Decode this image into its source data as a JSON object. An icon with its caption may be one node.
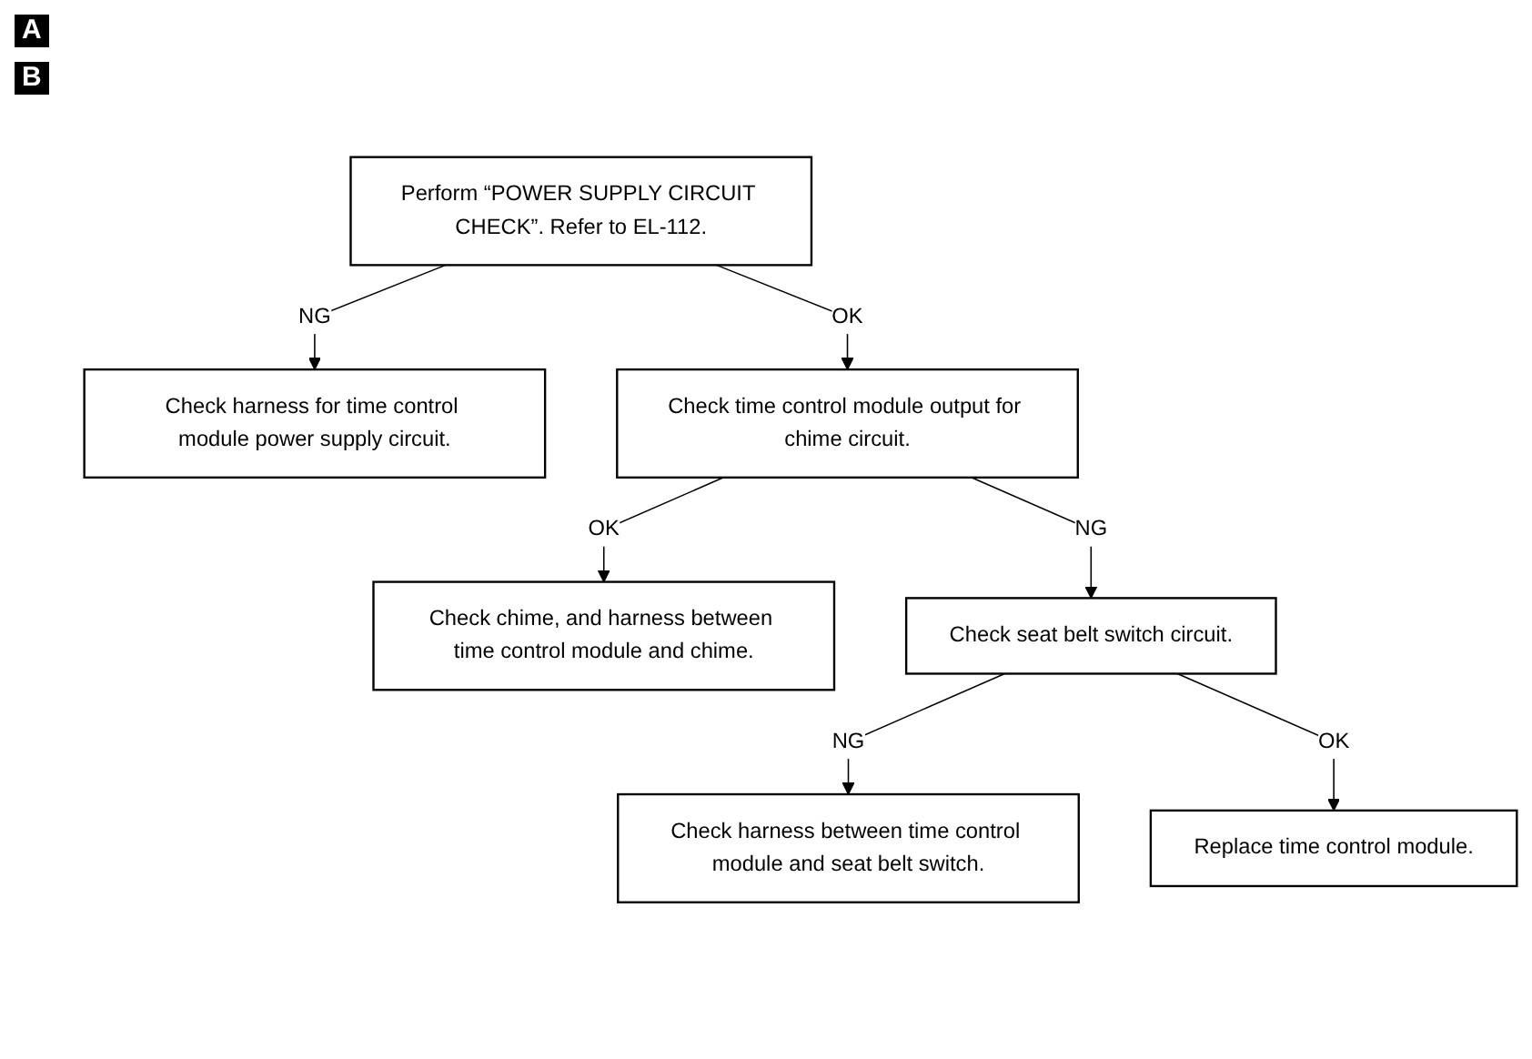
{
  "diagram": {
    "nodes": [
      {
        "text": [
          "Perform “POWER SUPPLY CIRCUIT CHECK”. Refer to EL-112."
        ]
      },
      {
        "text": [
          "Check harness for time control module power supply circuit."
        ]
      },
      {
        "text": [
          "Check time control module output for chime circuit."
        ]
      },
      {
        "text": [
          "Check chime, and harness between time control module and chime."
        ]
      },
      {
        "text": [
          "Check seat belt switch circuit."
        ]
      },
      {
        "text": [
          "Check harness between time control module and seat belt switch."
        ]
      },
      {
        "text": [
          "Replace time control module."
        ]
      }
    ],
    "edges": [
      {
        "from": 0,
        "to": 1,
        "arrow": "to",
        "label": "NG"
      },
      {
        "from": 0,
        "to": 2,
        "arrow": "to",
        "label": "OK"
      },
      {
        "from": 2,
        "to": 3,
        "arrow": "to",
        "label": "OK"
      },
      {
        "from": 2,
        "to": 4,
        "arrow": "to",
        "label": "NG"
      },
      {
        "from": 4,
        "to": 5,
        "arrow": "to",
        "label": "NG"
      },
      {
        "from": 4,
        "to": 6,
        "arrow": "to",
        "label": "OK"
      }
    ],
    "labels": [
      "A",
      "B"
    ]
  }
}
